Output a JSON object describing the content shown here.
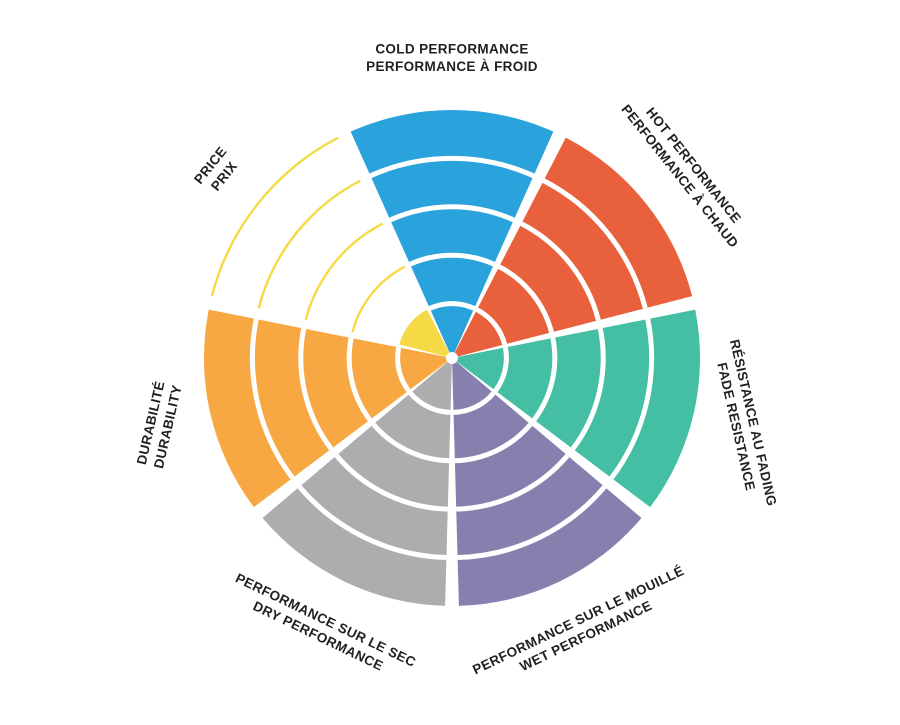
{
  "page": {
    "background_color": "#FFFFFF"
  },
  "chart_data": {
    "type": "polar-sector-wheel",
    "title": "",
    "sector_order": "clockwise-from-top",
    "ring_count": 5,
    "value_range": [
      0,
      5
    ],
    "ring_divider_color": "#FFFFFF",
    "text_color": "#231F20",
    "sectors": [
      {
        "id": "cold-performance",
        "lines": [
          "COLD PERFORMANCE",
          "PERFORMANCE À FROID"
        ],
        "value": 5,
        "color": "#2AA2DB"
      },
      {
        "id": "hot-performance",
        "lines": [
          "HOT PERFORMANCE",
          "PERFORMANCE À CHAUD"
        ],
        "value": 5,
        "color": "#E8613C"
      },
      {
        "id": "fade-resistance",
        "lines": [
          "RÉSISTANCE AU FADING",
          "FADE RESISTANCE"
        ],
        "value": 5,
        "color": "#44BFA4"
      },
      {
        "id": "wet-performance",
        "lines": [
          "PERFORMANCE SUR LE MOUILLÉ",
          "WET PERFORMANCE"
        ],
        "value": 5,
        "color": "#8780AF"
      },
      {
        "id": "dry-performance",
        "lines": [
          "PERFORMANCE SUR LE SEC",
          "DRY PERFORMANCE"
        ],
        "value": 5,
        "color": "#ADACAE"
      },
      {
        "id": "durability",
        "lines": [
          "DURABILITÉ",
          "DURABILITY"
        ],
        "value": 5,
        "color": "#F8A843"
      },
      {
        "id": "price",
        "lines": [
          "PRICE",
          "PRIX"
        ],
        "value": 1,
        "color": "#F5DA45"
      }
    ]
  }
}
